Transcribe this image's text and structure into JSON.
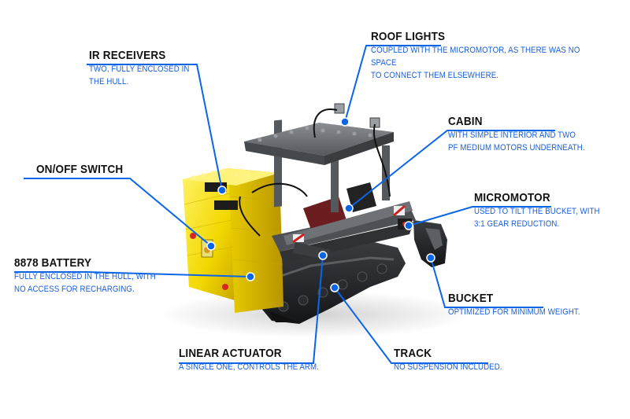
{
  "colors": {
    "accent": "#0a66e8",
    "text": "#111111",
    "desc": "#1a5fd6"
  },
  "labels": {
    "roof_lights": {
      "title": "ROOF LIGHTS",
      "lines": [
        "COUPLED WITH THE MICROMOTOR, AS THERE WAS NO SPACE",
        "TO CONNECT THEM ELSEWHERE."
      ]
    },
    "ir_receivers": {
      "title": "IR RECEIVERS",
      "lines": [
        "TWO, FULLY ENCLOSED IN",
        "THE HULL."
      ]
    },
    "cabin": {
      "title": "CABIN",
      "lines": [
        "WITH SIMPLE INTERIOR AND TWO",
        "PF MEDIUM MOTORS UNDERNEATH."
      ]
    },
    "on_off_switch": {
      "title": "ON/OFF SWITCH",
      "lines": []
    },
    "micromotor": {
      "title": "MICROMOTOR",
      "lines": [
        "USED TO TILT THE BUCKET, WITH",
        "3:1 GEAR REDUCTION."
      ]
    },
    "battery": {
      "title": "8878 BATTERY",
      "lines": [
        "FULLY ENCLOSED IN THE HULL, WITH",
        "NO ACCESS FOR RECHARGING."
      ]
    },
    "bucket": {
      "title": "BUCKET",
      "lines": [
        "OPTIMIZED FOR MINIMUM WEIGHT."
      ]
    },
    "linear_actuator": {
      "title": "LINEAR ACTUATOR",
      "lines": [
        "A SINGLE ONE, CONTROLS THE ARM."
      ]
    },
    "track": {
      "title": "TRACK",
      "lines": [
        "NO SUSPENSION INCLUDED."
      ]
    }
  }
}
